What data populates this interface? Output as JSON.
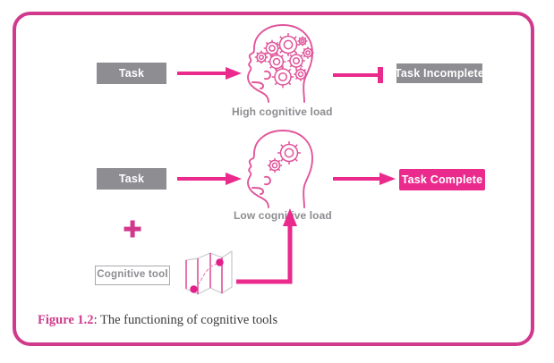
{
  "figure": {
    "frame_color": "#d1398c",
    "accent_pink": "#ea2a8c",
    "outline_pink": "#e0559b",
    "gray": "#8d8d92",
    "caption_number": "Figure 1.2",
    "caption_separator": ":",
    "caption_text": " The functioning of cognitive tools"
  },
  "row_high": {
    "task_label": "Task",
    "head_caption": "High cognitive load",
    "outcome_label": "Task Incomplete",
    "connector_icon": "arrow-right-icon",
    "blocked_icon": "blocked-arrow-icon"
  },
  "row_low": {
    "task_label": "Task",
    "head_caption": "Low cognitive load",
    "outcome_label": "Task Complete",
    "connector_icon": "arrow-right-icon",
    "success_icon": "arrow-right-icon"
  },
  "tool": {
    "plus_label": "+",
    "tool_label": "Cognitive tool",
    "tool_icon": "folded-map-icon",
    "elbow_icon": "elbow-arrow-up-icon"
  }
}
